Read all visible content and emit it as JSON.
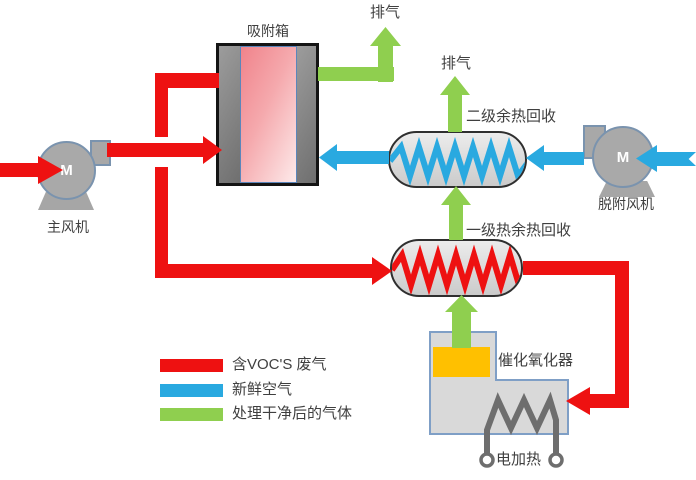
{
  "diagram": {
    "title_labels": {
      "adsorption_box": "吸附箱",
      "exhaust_top": "排气",
      "exhaust_mid": "排气",
      "secondary_heat_recovery": "二级余热回收",
      "primary_heat_recovery": "一级热余热回收",
      "main_fan": "主风机",
      "desorption_fan": "脱附风机",
      "catalytic_oxidizer": "催化氧化器",
      "electric_heater": "电加热",
      "motor_letter": "M"
    },
    "colors": {
      "voc_waste_gas": "#ee1111",
      "fresh_air": "#29a9e0",
      "clean_gas": "#8fcf4f",
      "equipment_gray": "#a9a9a9",
      "catalyst_orange": "#ffc000"
    },
    "legend": {
      "items": [
        {
          "label": "含VOC'S 废气",
          "color": "#ee1111"
        },
        {
          "label": "新鲜空气",
          "color": "#29a9e0"
        },
        {
          "label": "处理干净后的气体",
          "color": "#8fcf4f"
        }
      ]
    }
  }
}
